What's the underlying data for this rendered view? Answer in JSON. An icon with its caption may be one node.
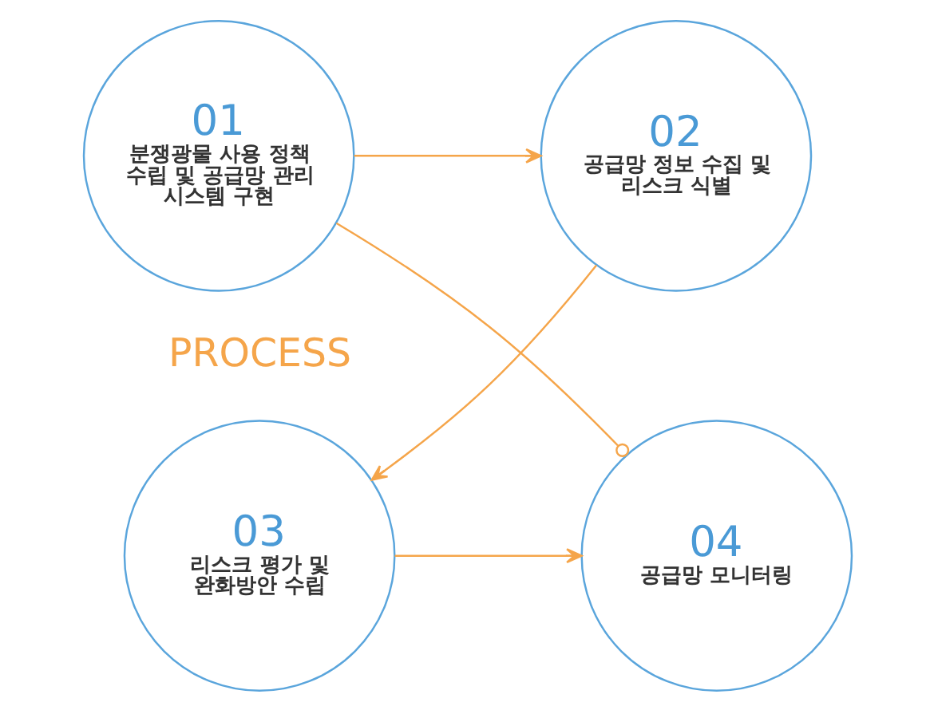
{
  "diagram": {
    "nodes": [
      {
        "text": [
          "01",
          "분쟁광물 사용 정책 수립 및 공급망 관리 시스템 구현"
        ]
      },
      {
        "text": [
          "02",
          "공급망 정보 수집 및 리스크 식별"
        ]
      },
      {
        "text": [
          "03",
          "리스크 평가 및 완화방안 수립"
        ]
      },
      {
        "text": [
          "04",
          "공급망 모니터링"
        ]
      }
    ],
    "edges": [
      {
        "from": 0,
        "to": 1,
        "arrow": "to"
      },
      {
        "from": 1,
        "to": 2,
        "arrow": "to"
      },
      {
        "from": 2,
        "to": 3,
        "arrow": "to"
      },
      {
        "from": 3,
        "to": 0,
        "arrow": "other"
      }
    ],
    "labels": [
      "PROCESS"
    ]
  }
}
